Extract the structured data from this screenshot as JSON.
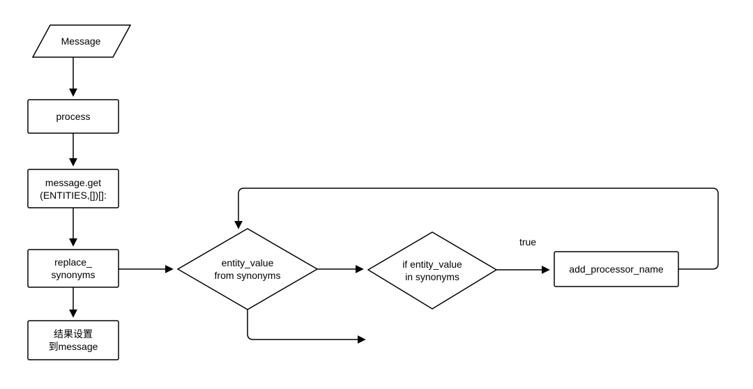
{
  "diagram": {
    "nodes": {
      "message": "Message",
      "process": "process",
      "message_get": "message.get\n(ENTITIES,[])[]:",
      "replace_synonyms": "replace_\nsynonyms",
      "set_result": "结果设置\n到message",
      "entity_value_from_synonyms": "entity_value\nfrom synonyms",
      "if_entity_value_in_synonyms": "if entity_value\nin synonyms",
      "add_processor_name": "add_processor_name"
    },
    "edge_labels": {
      "true_branch": "true"
    }
  }
}
